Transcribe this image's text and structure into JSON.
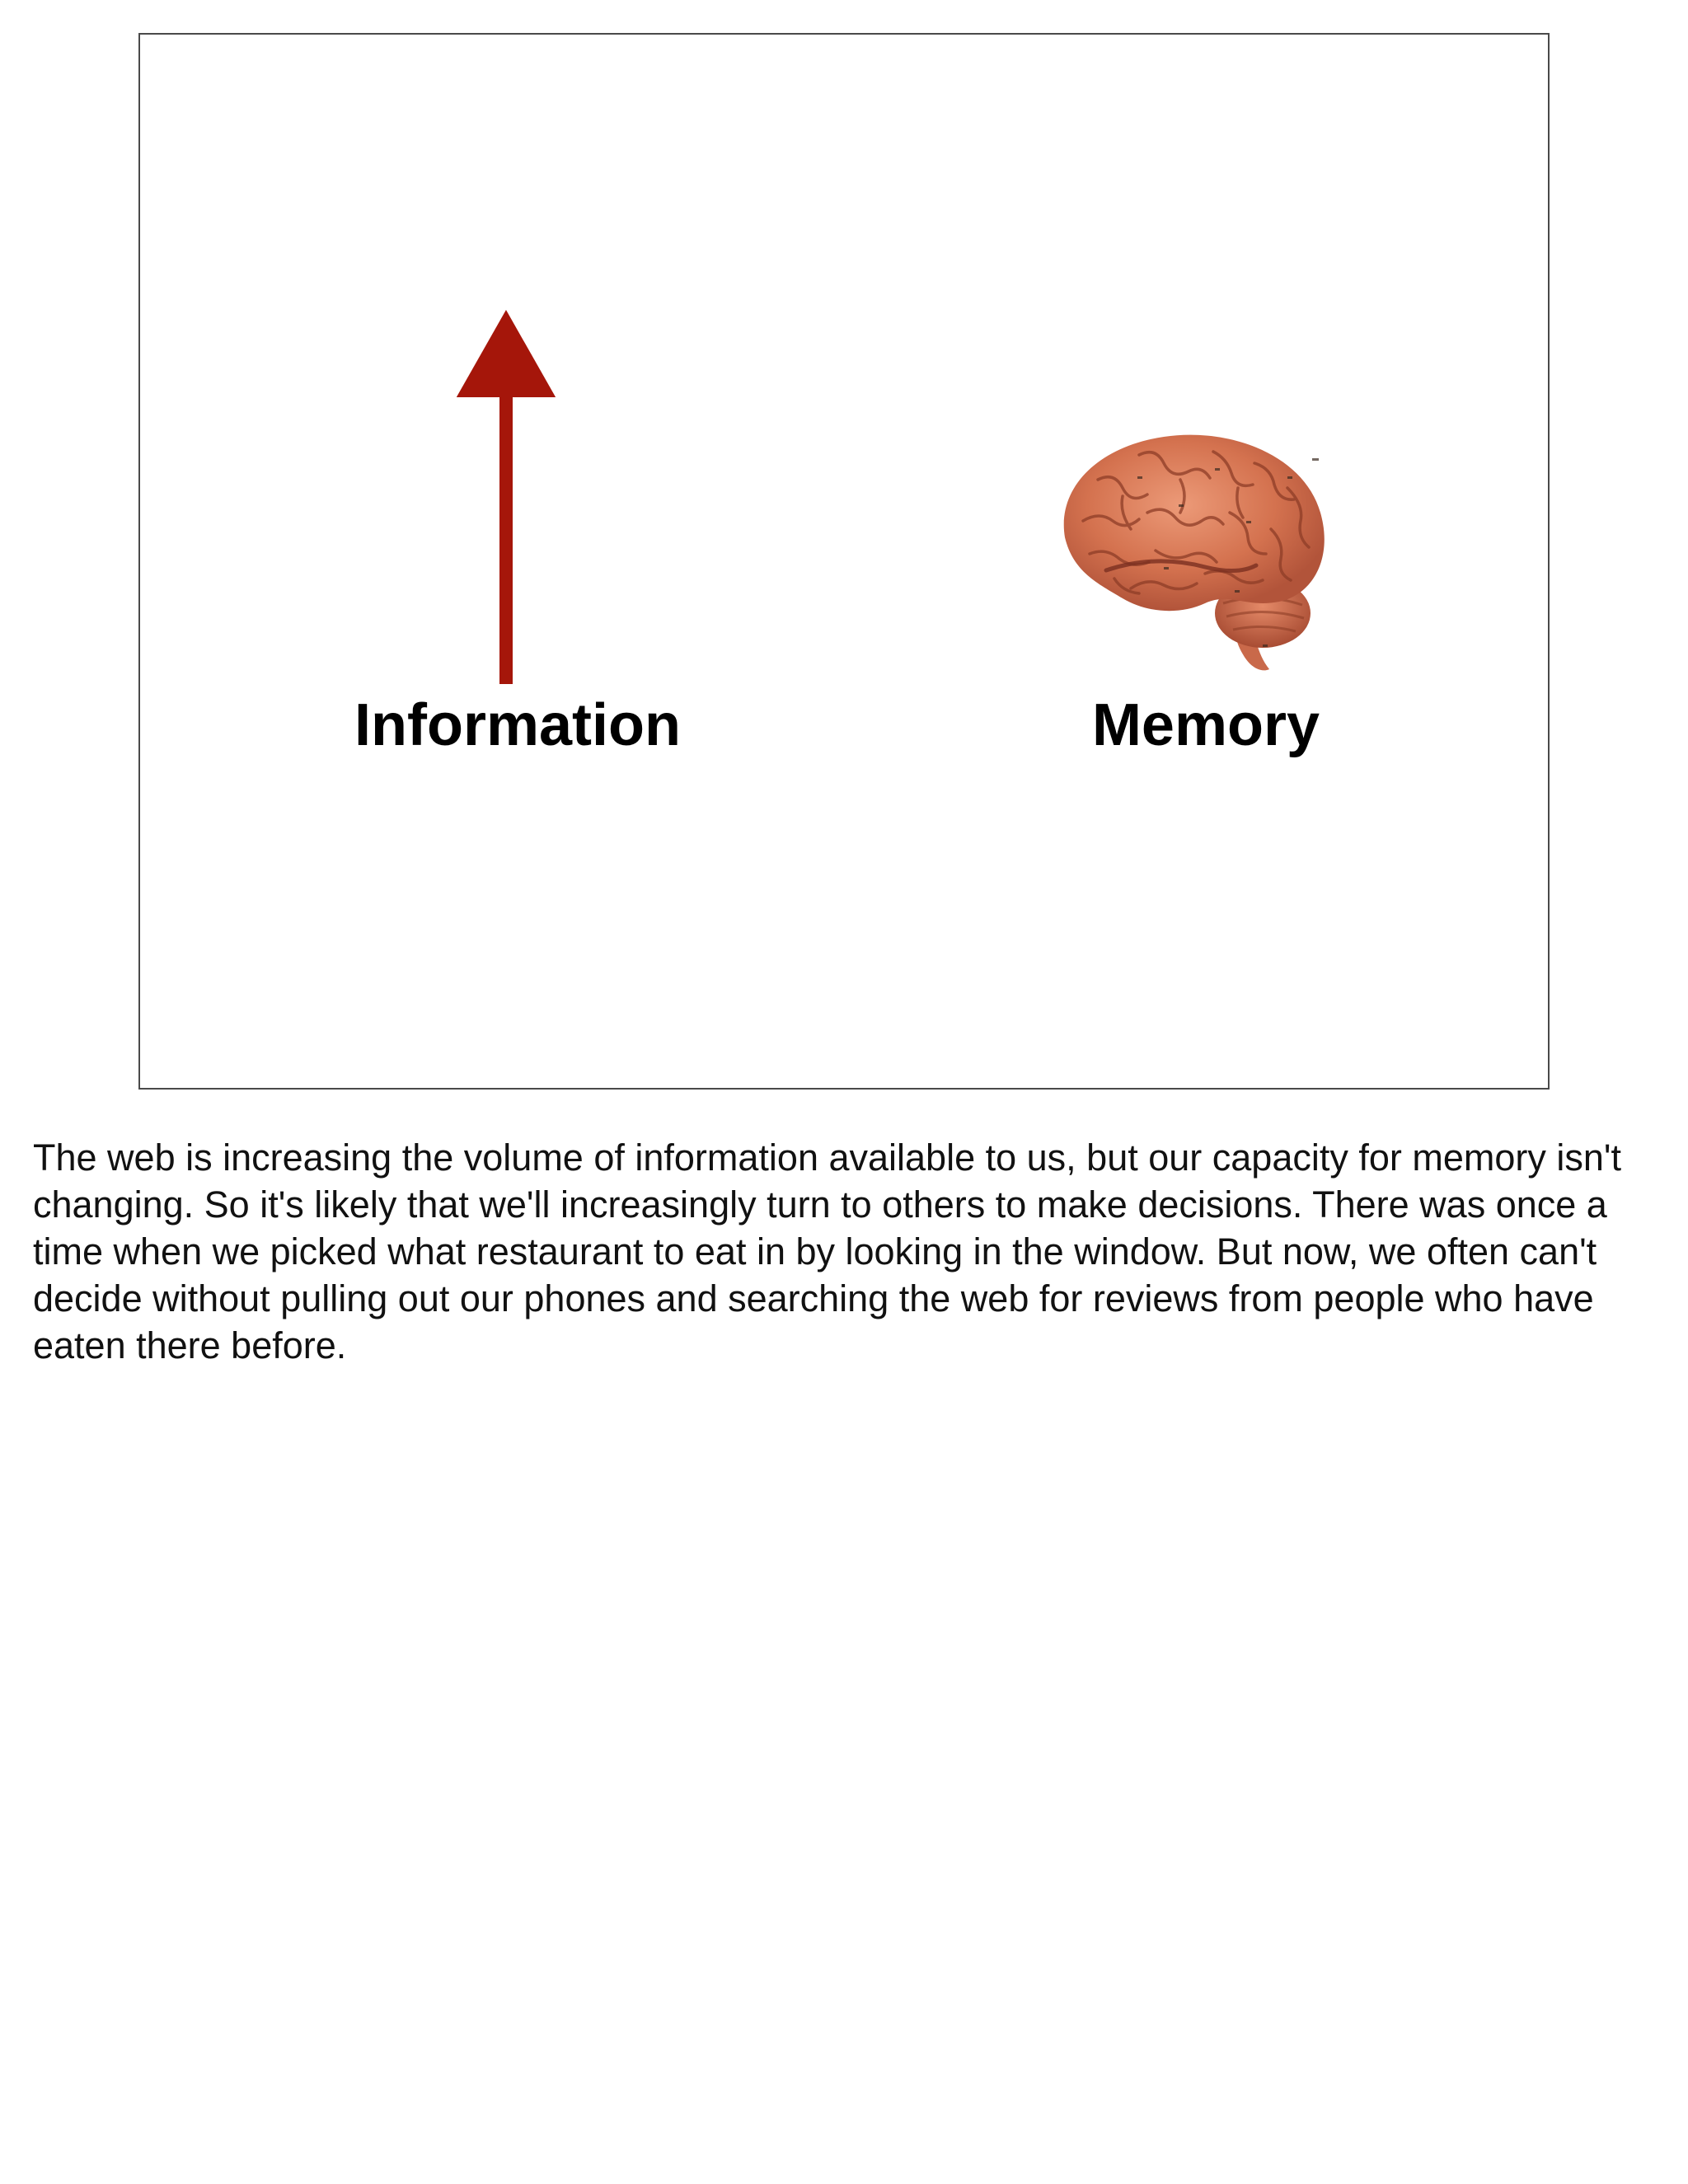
{
  "slide": {
    "left_label": "Information",
    "right_label": "Memory",
    "arrow_color": "#a5160a",
    "arrow_direction": "up",
    "brain_icon": "brain-icon",
    "brain_color": "#d4724f"
  },
  "notes": {
    "text": "The web is increasing the volume of information available to us, but our capacity for memory isn't changing. So it's likely that we'll increasingly turn to others to make decisions. There was once a time when we picked what restaurant to eat in by looking in the window. But now, we often can't decide without pulling out our phones and searching the web for reviews from people who have eaten there before."
  }
}
